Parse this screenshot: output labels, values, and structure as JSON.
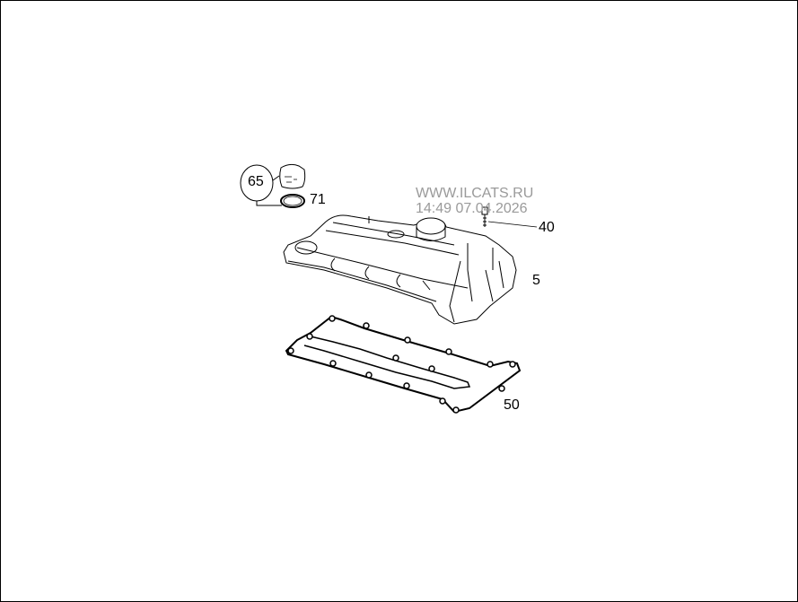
{
  "watermark": {
    "line1": "WWW.ILCATS.RU",
    "line2": "14:49 07.04.2026"
  },
  "parts": [
    {
      "number": "65",
      "name": "cap",
      "circled": true
    },
    {
      "number": "71",
      "name": "seal-ring"
    },
    {
      "number": "40",
      "name": "bolt"
    },
    {
      "number": "5",
      "name": "cylinder-head-cover"
    },
    {
      "number": "50",
      "name": "gasket"
    }
  ]
}
